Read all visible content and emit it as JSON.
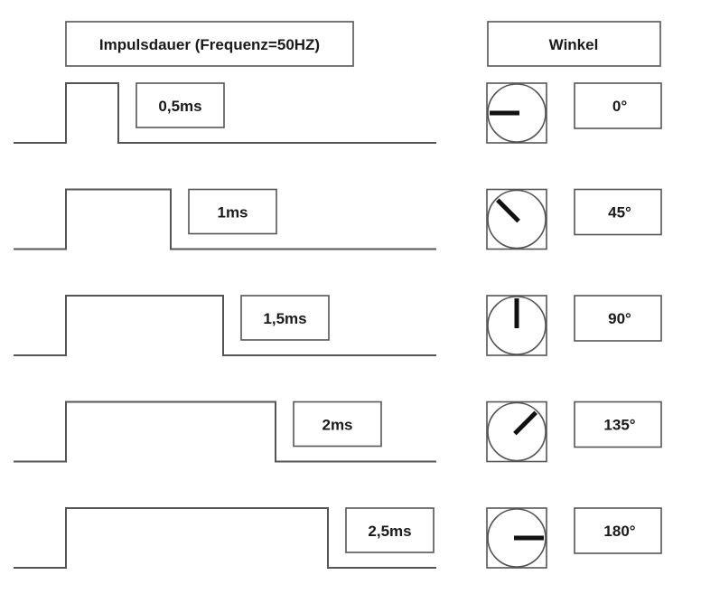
{
  "headers": {
    "pulse": "Impulsdauer (Frequenz=50HZ)",
    "angle": "Winkel"
  },
  "rows": [
    {
      "pulse_label": "0,5ms",
      "pulse_ms": 0.5,
      "angle_label": "0°",
      "angle_deg": 0
    },
    {
      "pulse_label": "1ms",
      "pulse_ms": 1,
      "angle_label": "45°",
      "angle_deg": 45
    },
    {
      "pulse_label": "1,5ms",
      "pulse_ms": 1.5,
      "angle_label": "90°",
      "angle_deg": 90
    },
    {
      "pulse_label": "2ms",
      "pulse_ms": 2,
      "angle_label": "135°",
      "angle_deg": 135
    },
    {
      "pulse_label": "2,5ms",
      "pulse_ms": 2.5,
      "angle_label": "180°",
      "angle_deg": 180
    }
  ]
}
